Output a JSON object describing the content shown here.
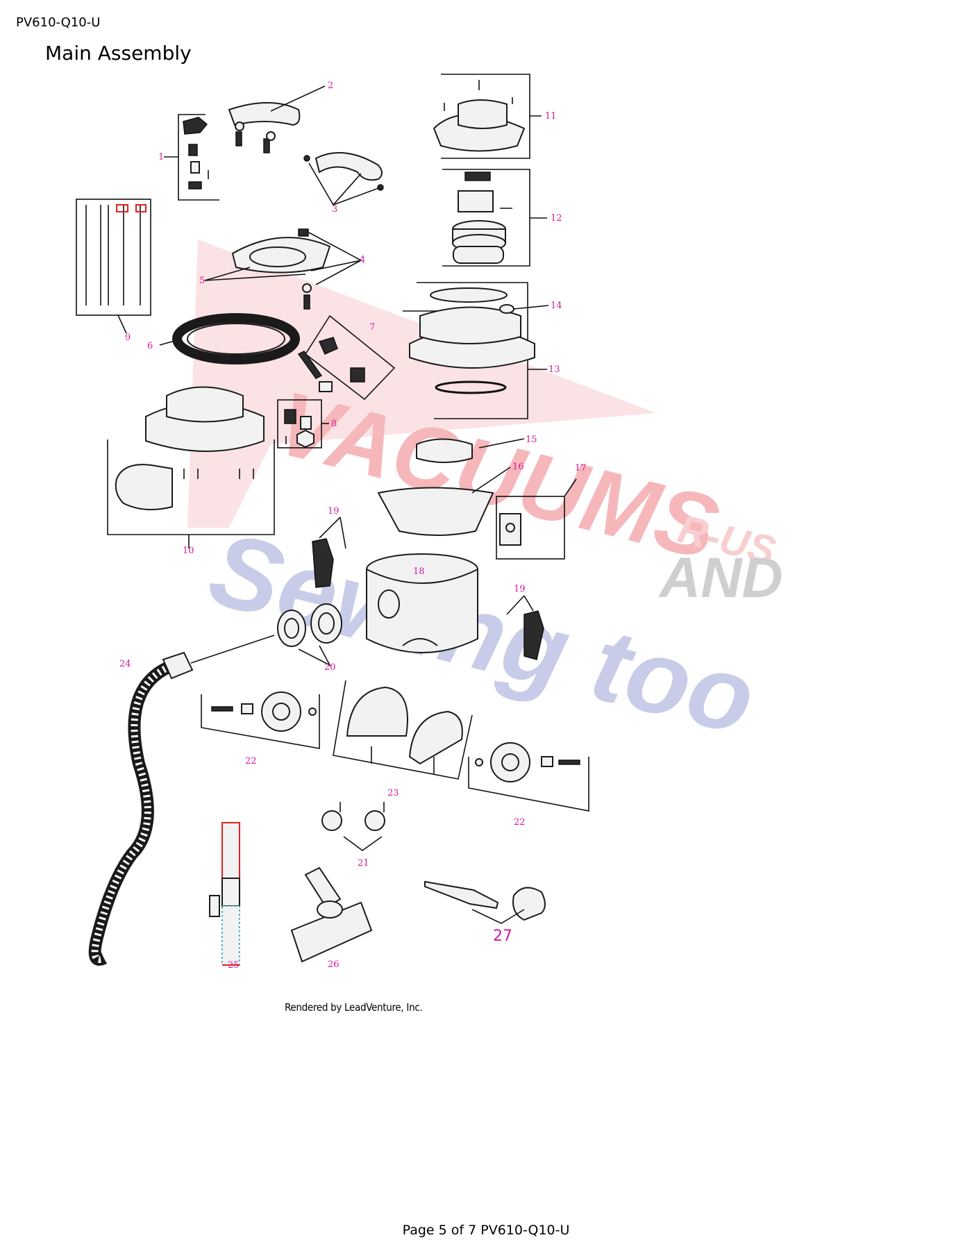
{
  "document": {
    "code": "PV610-Q10-U",
    "title": "Main Assembly",
    "render_credit": "Rendered by LeadVenture, Inc.",
    "footer": "Page 5 of 7 PV610-Q10-U"
  },
  "watermark": {
    "vacuums": "VACUUMS",
    "rus": "R-US",
    "and": "AND",
    "sewing": "Sewing too"
  },
  "callouts": {
    "c1": "1",
    "c2": "2",
    "c3": "3",
    "c4": "4",
    "c5": "5",
    "c6": "6",
    "c7": "7",
    "c8": "8",
    "c9": "9",
    "c10": "10",
    "c11": "11",
    "c12": "12",
    "c13": "13",
    "c14": "14",
    "c15": "15",
    "c16": "16",
    "c17": "17",
    "c18": "18",
    "c19a": "19",
    "c19b": "19",
    "c20": "20",
    "c21": "21",
    "c22a": "22",
    "c22b": "22",
    "c23": "23",
    "c24": "24",
    "c25": "25",
    "c26": "26",
    "c27": "27"
  },
  "colors": {
    "callout": "#d4189e",
    "watermark_red": "#f3a9ad",
    "watermark_blue": "#b9bde0",
    "watermark_gray": "#c8c8c8"
  }
}
